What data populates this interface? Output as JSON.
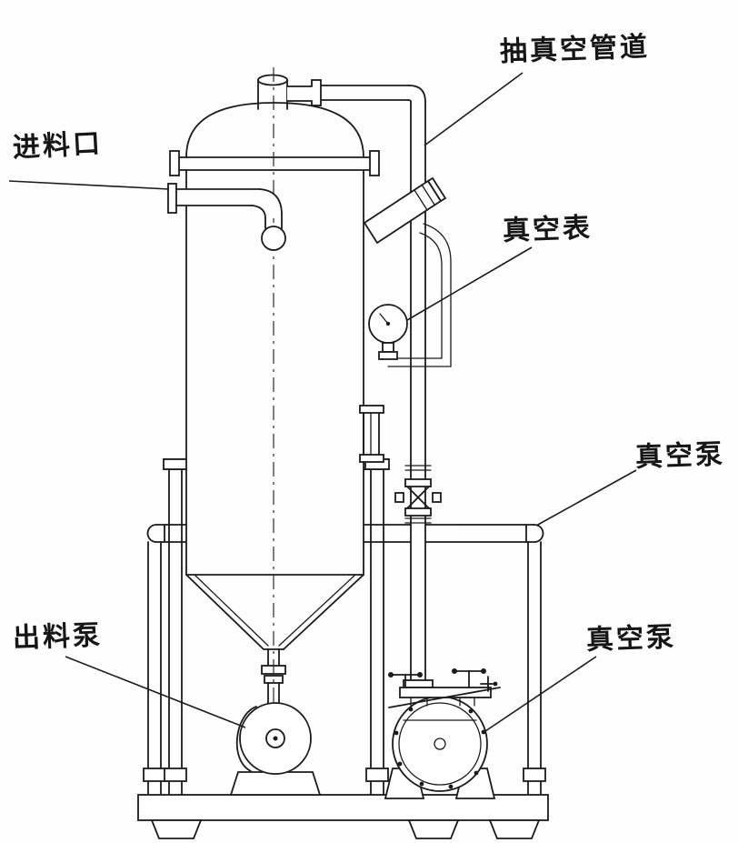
{
  "title": "vacuum tank filter system engineering diagram",
  "labels": {
    "vacuum_pipeline": "抽真空管道",
    "feed_inlet": "进料口",
    "vacuum_gauge": "真空表",
    "vacuum_pump_upper": "真空泵",
    "discharge_pump": "出料泵",
    "vacuum_pump_lower": "真空泵"
  },
  "colors": {
    "line": "#1b1b1b",
    "background": "#fefefe"
  }
}
